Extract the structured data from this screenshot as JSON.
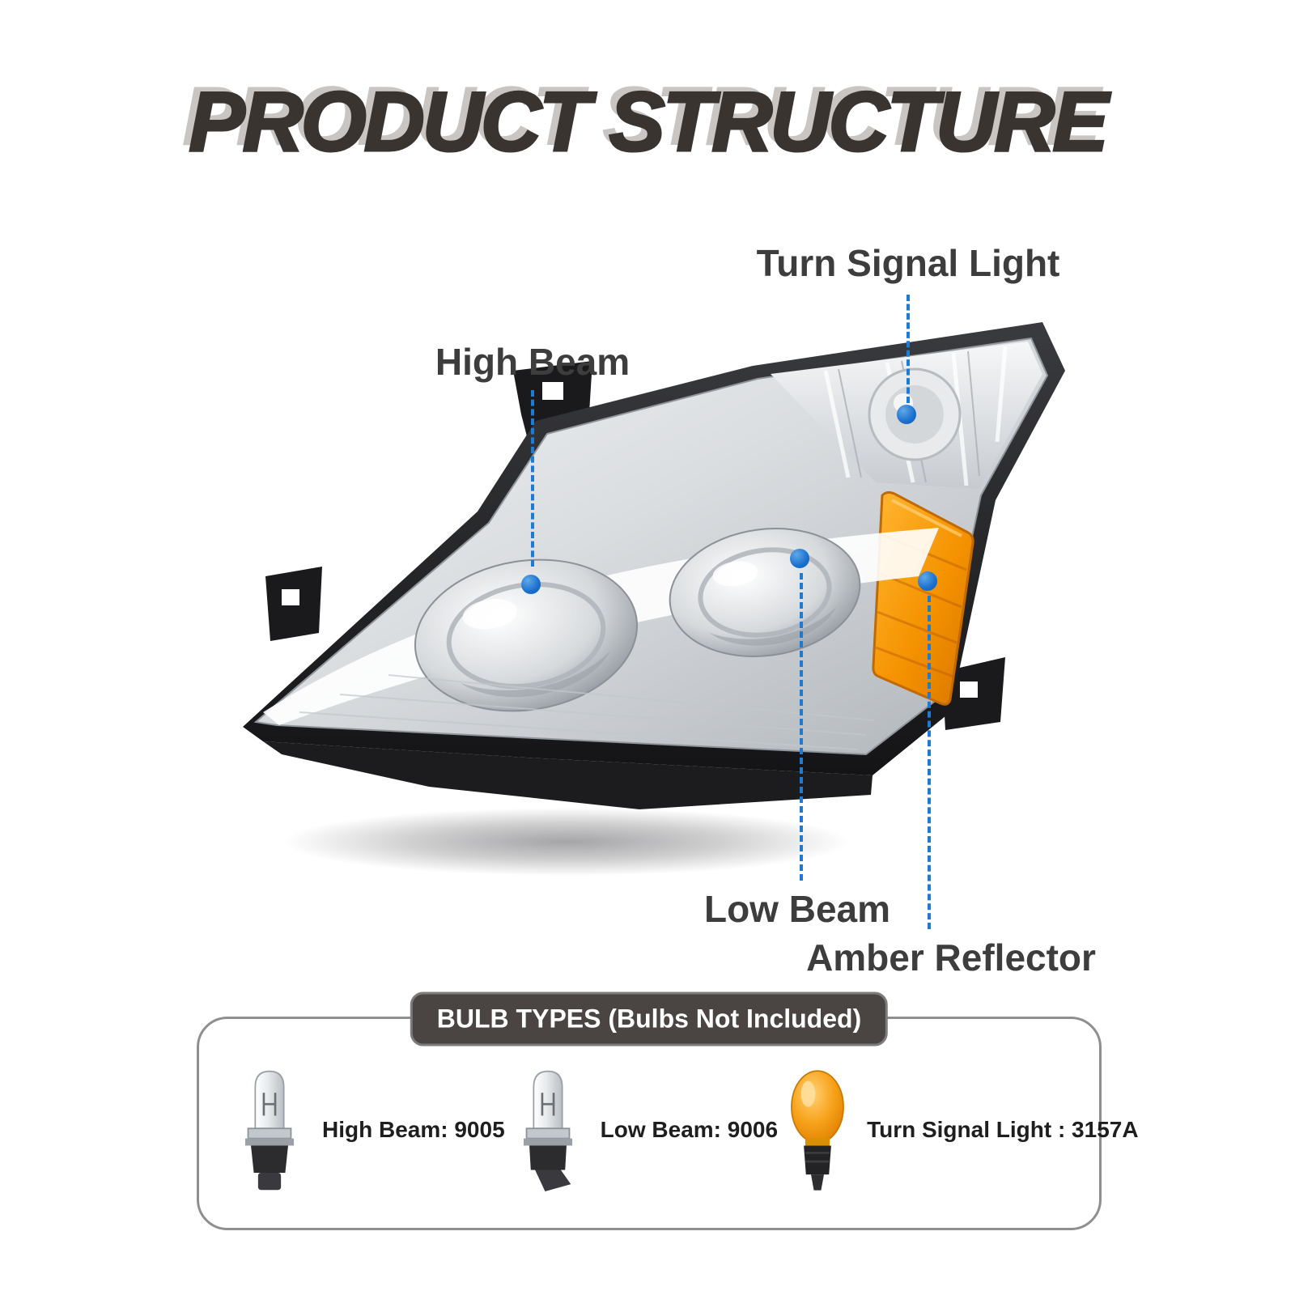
{
  "title": "PRODUCT STRUCTURE",
  "callouts": {
    "turn_signal": "Turn Signal Light",
    "high_beam": "High Beam",
    "low_beam": "Low Beam",
    "amber_reflector": "Amber Reflector"
  },
  "bulb_box": {
    "header": "BULB TYPES (Bulbs Not Included)",
    "items": [
      {
        "icon": "halogen-bulb-icon",
        "label": "High Beam: 9005"
      },
      {
        "icon": "halogen-bulb-icon",
        "label": "Low Beam: 9006"
      },
      {
        "icon": "amber-bulb-icon",
        "label": "Turn Signal Light : 3157A"
      }
    ]
  },
  "colors": {
    "accent_blue": "#1f7ad2",
    "amber": "#f59300",
    "title_color": "#3a3431",
    "header_pill_bg": "#4a4543"
  }
}
